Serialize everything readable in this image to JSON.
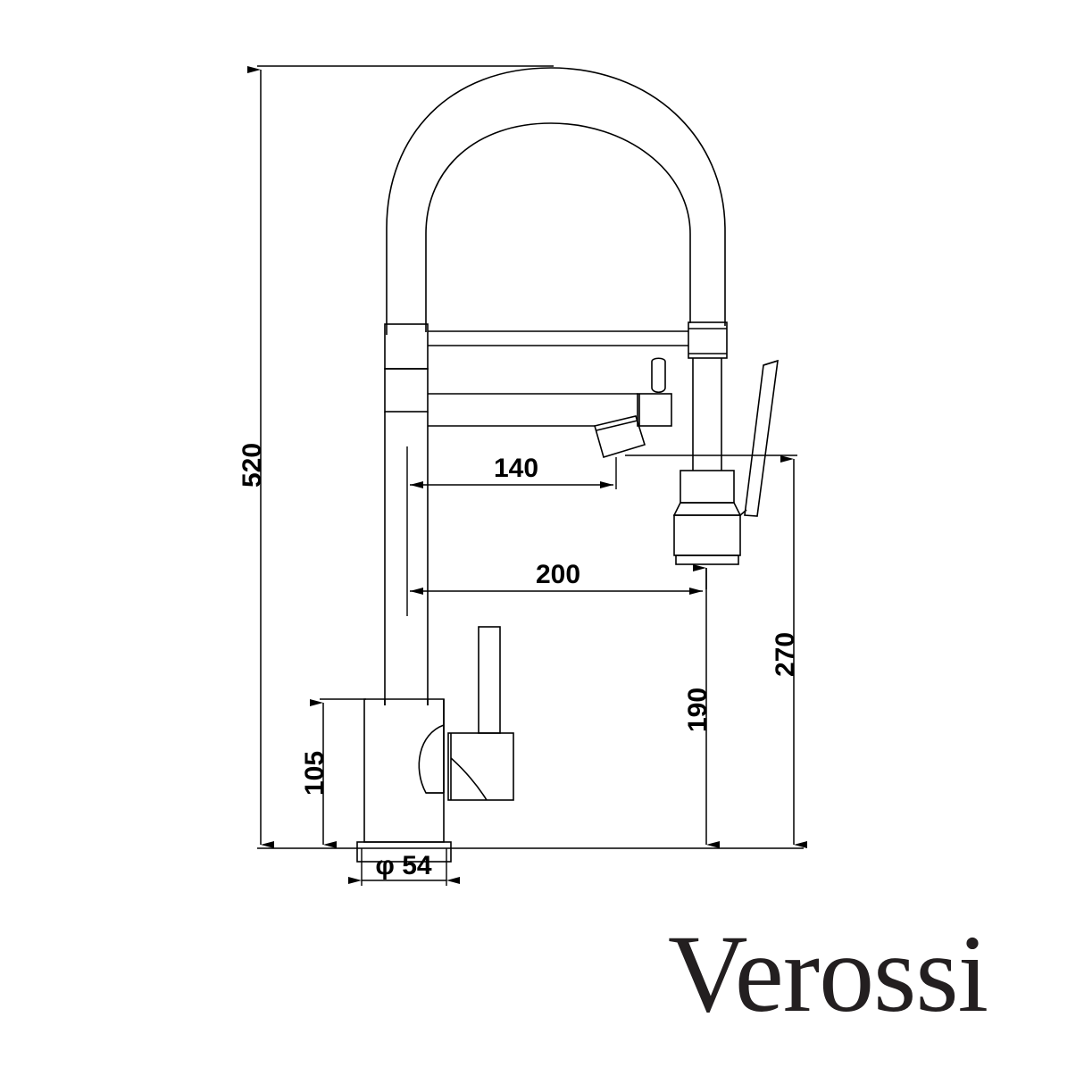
{
  "document": {
    "type": "technical-drawing",
    "subject": "Kitchen mixer tap with pull-out spray, gooseneck spout",
    "view": "front elevation",
    "units": "mm",
    "background_color": "#ffffff",
    "line_color": "#000000",
    "logo_color": "#231f20"
  },
  "brand": {
    "name": "Verossi"
  },
  "dimensions": {
    "overall_height": {
      "label": "520",
      "value": 520,
      "orientation": "vertical",
      "name": "overall-height"
    },
    "spout_reach_inner": {
      "label": "140",
      "value": 140,
      "orientation": "horizontal",
      "name": "inner-reach"
    },
    "spout_reach_outer": {
      "label": "200",
      "value": 200,
      "orientation": "horizontal",
      "name": "spout-reach"
    },
    "spout_height_nozzle": {
      "label": "190",
      "value": 190,
      "orientation": "vertical",
      "name": "nozzle-height"
    },
    "spout_height_outlet": {
      "label": "270",
      "value": 270,
      "orientation": "vertical",
      "name": "outlet-height"
    },
    "body_height": {
      "label": "105",
      "value": 105,
      "orientation": "vertical",
      "name": "body-height"
    },
    "base_diameter": {
      "label": "φ 54",
      "value": 54,
      "symbol": "φ",
      "orientation": "horizontal",
      "name": "base-diameter"
    }
  },
  "dimension_list": [
    {
      "label": "520",
      "name": "overall-height"
    },
    {
      "label": "140",
      "name": "inner-reach"
    },
    {
      "label": "200",
      "name": "spout-reach"
    },
    {
      "label": "270",
      "name": "outlet-height"
    },
    {
      "label": "190",
      "name": "nozzle-height"
    },
    {
      "label": "105",
      "name": "body-height"
    },
    {
      "label": "φ 54",
      "name": "base-diameter"
    }
  ]
}
